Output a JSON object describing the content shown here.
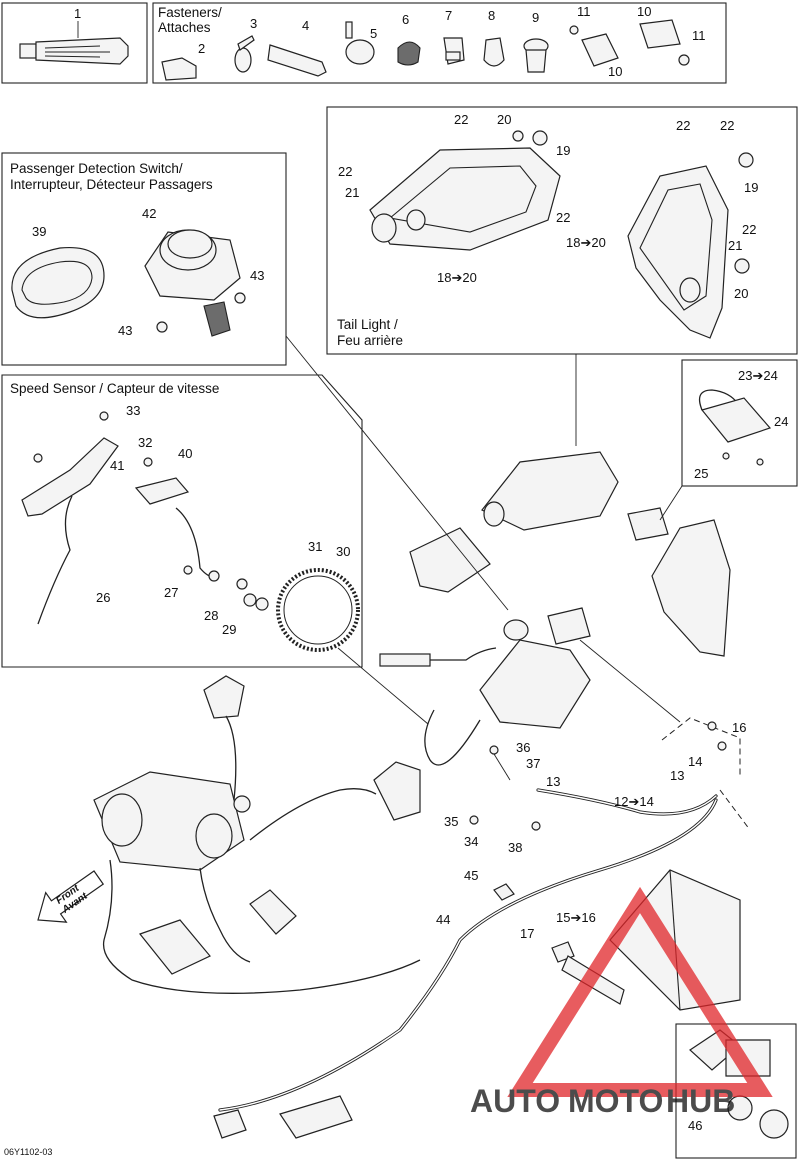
{
  "fasteners": {
    "title_en": "Fasteners/",
    "title_fr": "Attaches",
    "callouts": [
      "2",
      "3",
      "4",
      "5",
      "6",
      "7",
      "8",
      "9",
      "10",
      "10",
      "11",
      "11"
    ]
  },
  "part1": {
    "callout": "1"
  },
  "passenger_box": {
    "title_en": "Passenger Detection Switch/",
    "title_fr": "Interrupteur, Détecteur Passagers",
    "callouts": [
      "39",
      "42",
      "43",
      "43"
    ]
  },
  "tail_light_box": {
    "title_en": "Tail Light /",
    "title_fr": "Feu arrière",
    "callouts": [
      "22",
      "20",
      "19",
      "22",
      "21",
      "22",
      "18➔20",
      "22",
      "22",
      "19",
      "22",
      "21",
      "18➔20",
      "20"
    ]
  },
  "speed_box": {
    "title": "Speed Sensor / Capteur de vitesse",
    "callouts": [
      "33",
      "32",
      "41",
      "40",
      "26",
      "27",
      "31",
      "30",
      "28",
      "29"
    ]
  },
  "side_box": {
    "callouts": [
      "23➔24",
      "24",
      "25"
    ]
  },
  "main_callouts": [
    "16",
    "14",
    "13",
    "36",
    "37",
    "13",
    "12➔14",
    "35",
    "34",
    "38",
    "45",
    "44",
    "15➔16",
    "17",
    "46"
  ],
  "front_arrow": {
    "line1": "Front",
    "line2": "Avant"
  },
  "footer_code": "06Y1102-03",
  "watermark": {
    "text_dark": "AUTO",
    "text_red": "MOTO",
    "text_tail": "HUB",
    "color_red": "#e0262a",
    "color_orange": "#f0a53a"
  }
}
